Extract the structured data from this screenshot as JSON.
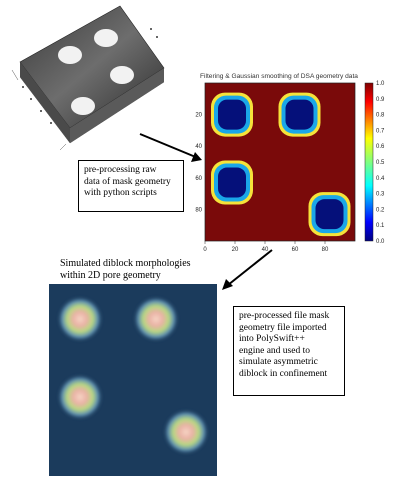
{
  "heatmap": {
    "title": "Filtering & Gaussian smoothing of DSA geometry data",
    "x_ticks": [
      "0",
      "20",
      "40",
      "60",
      "80"
    ],
    "y_ticks": [
      "20",
      "40",
      "60",
      "80"
    ],
    "colorbar_ticks": [
      "1.0",
      "0.9",
      "0.8",
      "0.7",
      "0.6",
      "0.5",
      "0.4",
      "0.3",
      "0.2",
      "0.1",
      "0.0"
    ],
    "xlim": [
      0,
      100
    ],
    "ylim": [
      0,
      100
    ],
    "colors": {
      "background": "#7a0a0a",
      "pore": "#05107a",
      "edge": "#1aa7e8"
    }
  },
  "annotations": {
    "preprocess": [
      "pre-processing raw",
      "data of mask geometry",
      "with python scripts"
    ],
    "simulated_caption": [
      "Simulated diblock morphologies",
      "within 2D pore geometry"
    ],
    "polyswift": [
      "pre-processed file mask",
      "geometry file imported",
      "into PolySwift++",
      "engine and used to",
      "simulate asymmetric",
      "diblock in confinement"
    ]
  },
  "simulation": {
    "background": "#1b3b5c"
  },
  "chart_data": {
    "type": "heatmap",
    "title": "Filtering & Gaussian smoothing of DSA geometry data",
    "xlim": [
      0,
      100
    ],
    "ylim": [
      100,
      0
    ],
    "x_ticks": [
      0,
      20,
      40,
      60,
      80
    ],
    "y_ticks": [
      20,
      40,
      60,
      80
    ],
    "colorbar": {
      "min": 0.0,
      "max": 1.0,
      "ticks": [
        0.0,
        0.1,
        0.2,
        0.3,
        0.4,
        0.5,
        0.6,
        0.7,
        0.8,
        0.9,
        1.0
      ]
    },
    "background_value": 0.95,
    "pores": [
      {
        "x": 18,
        "y": 20,
        "value": 0.0
      },
      {
        "x": 63,
        "y": 20,
        "value": 0.0
      },
      {
        "x": 18,
        "y": 63,
        "value": 0.0
      },
      {
        "x": 83,
        "y": 83,
        "value": 0.0
      }
    ]
  }
}
